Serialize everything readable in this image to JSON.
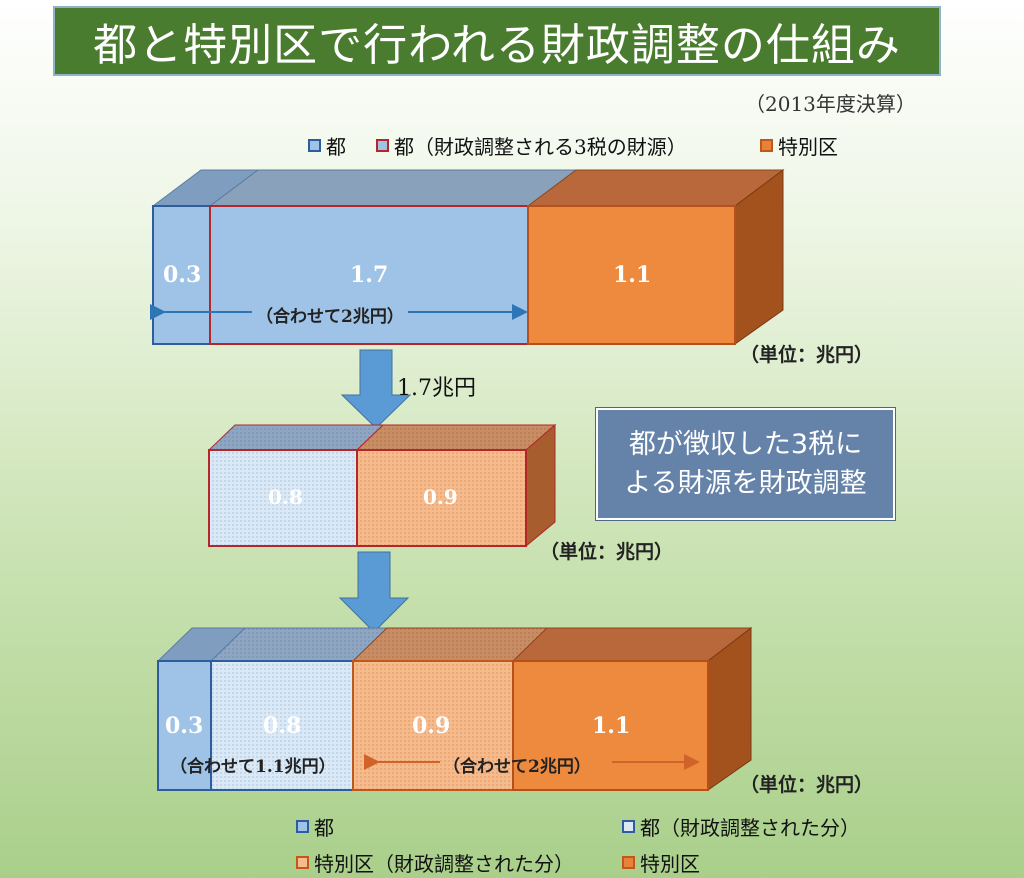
{
  "title": "都と特別区で行われる財政調整の仕組み",
  "subtitle": "（2013年度決算）",
  "legend_top": [
    {
      "label": "都",
      "color": "#2e5d9e"
    },
    {
      "label": "都（財政調整される3税の財源）",
      "color": "#b3262b"
    },
    {
      "label": "特別区",
      "color": "#c0571b"
    }
  ],
  "top_bar": {
    "values": [
      "0.3",
      "1.7",
      "1.1"
    ],
    "range_label": "（合わせて2兆円）",
    "unit": "（単位：兆円）"
  },
  "flow_label": "1.7兆円",
  "middle_bar": {
    "values": [
      "0.8",
      "0.9"
    ],
    "unit": "（単位：兆円）"
  },
  "explain_lines": [
    "都が徴収した3税に",
    "よる財源を財政調整"
  ],
  "bottom_bar": {
    "values": [
      "0.3",
      "0.8",
      "0.9",
      "1.1"
    ],
    "range_left": "（合わせて1.1兆円）",
    "range_right": "（合わせて2兆円）",
    "unit": "（単位：兆円）"
  },
  "legend_bottom": [
    {
      "label": "都",
      "color": "#2e5d9e"
    },
    {
      "label": "都（財政調整された分）",
      "color": "#2e5d9e"
    },
    {
      "label": "特別区（財政調整された分）",
      "color": "#c0571b"
    },
    {
      "label": "特別区",
      "color": "#c0571b"
    }
  ],
  "colors": {
    "tokyo_blue": "#9fc3e6",
    "orange": "#e8813a",
    "light_blue_dotted": "#d9e8f6",
    "light_orange_dotted": "#f5b888",
    "title_green": "#4a7c2f"
  }
}
